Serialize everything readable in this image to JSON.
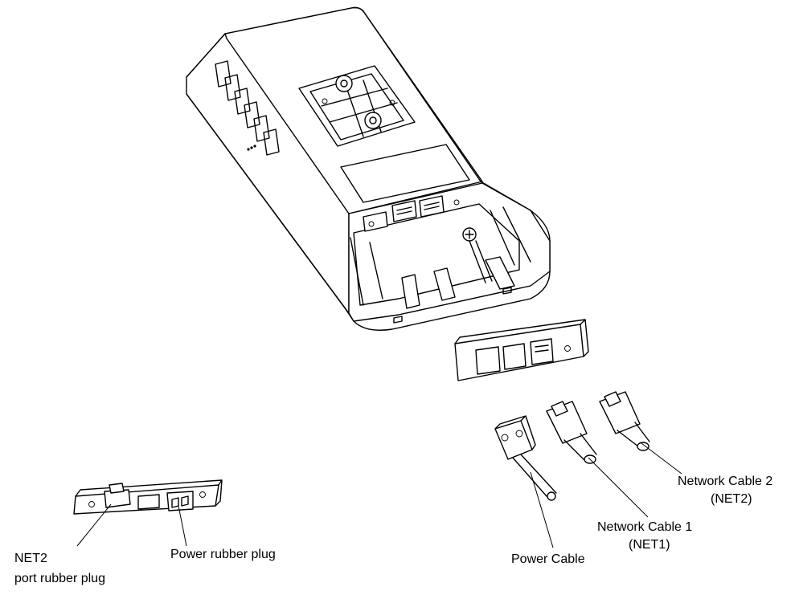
{
  "labels": {
    "net2_plug_line1": "NET2",
    "net2_plug_line2": "port rubber plug",
    "power_plug": "Power rubber plug",
    "power_cable": "Power Cable",
    "net1_line1": "Network Cable 1",
    "net1_line2": "(NET1)",
    "net2_line1": "Network Cable 2",
    "net2_line2": "(NET2)"
  }
}
